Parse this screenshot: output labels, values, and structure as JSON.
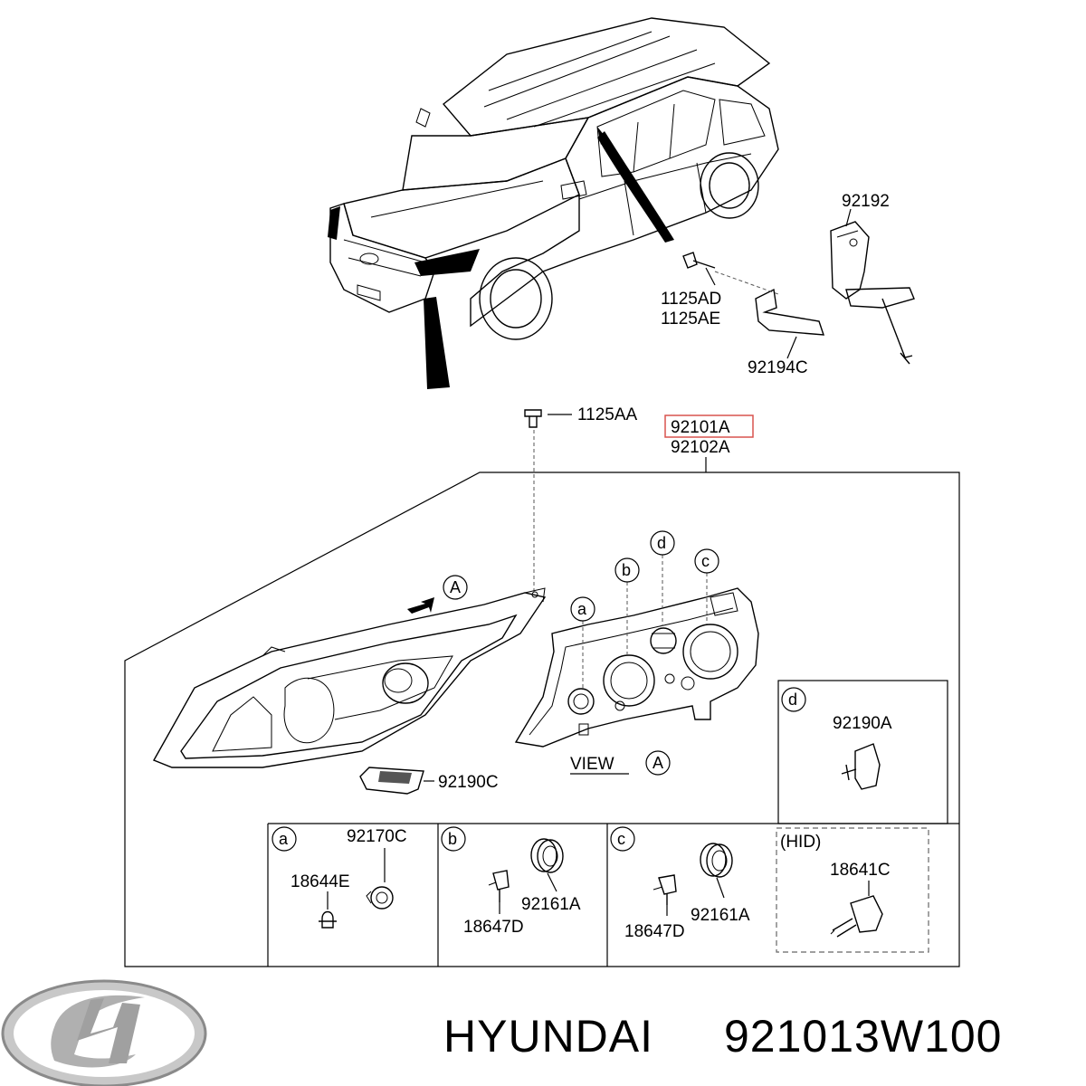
{
  "labels": {
    "p92192": "92192",
    "p1125AD": "1125AD",
    "p1125AE": "1125AE",
    "p92194C": "92194C",
    "p1125AA": "1125AA",
    "p92101A": "92101A",
    "p92102A": "92102A",
    "p92190C": "92190C",
    "p92190A": "92190A",
    "p92170C": "92170C",
    "p18644E": "18644E",
    "p18647D_b": "18647D",
    "p92161A_b": "92161A",
    "p18647D_c": "18647D",
    "p92161A_c": "92161A",
    "p18641C": "18641C",
    "hid": "(HID)",
    "view": "VIEW"
  },
  "callouts": {
    "a": "a",
    "b": "b",
    "c": "c",
    "d": "d",
    "A": "A"
  },
  "highlight_color": "#d9534f",
  "footer": {
    "brand": "HYUNDAI",
    "part_number": "921013W100",
    "logo": "hyundai-logo"
  }
}
